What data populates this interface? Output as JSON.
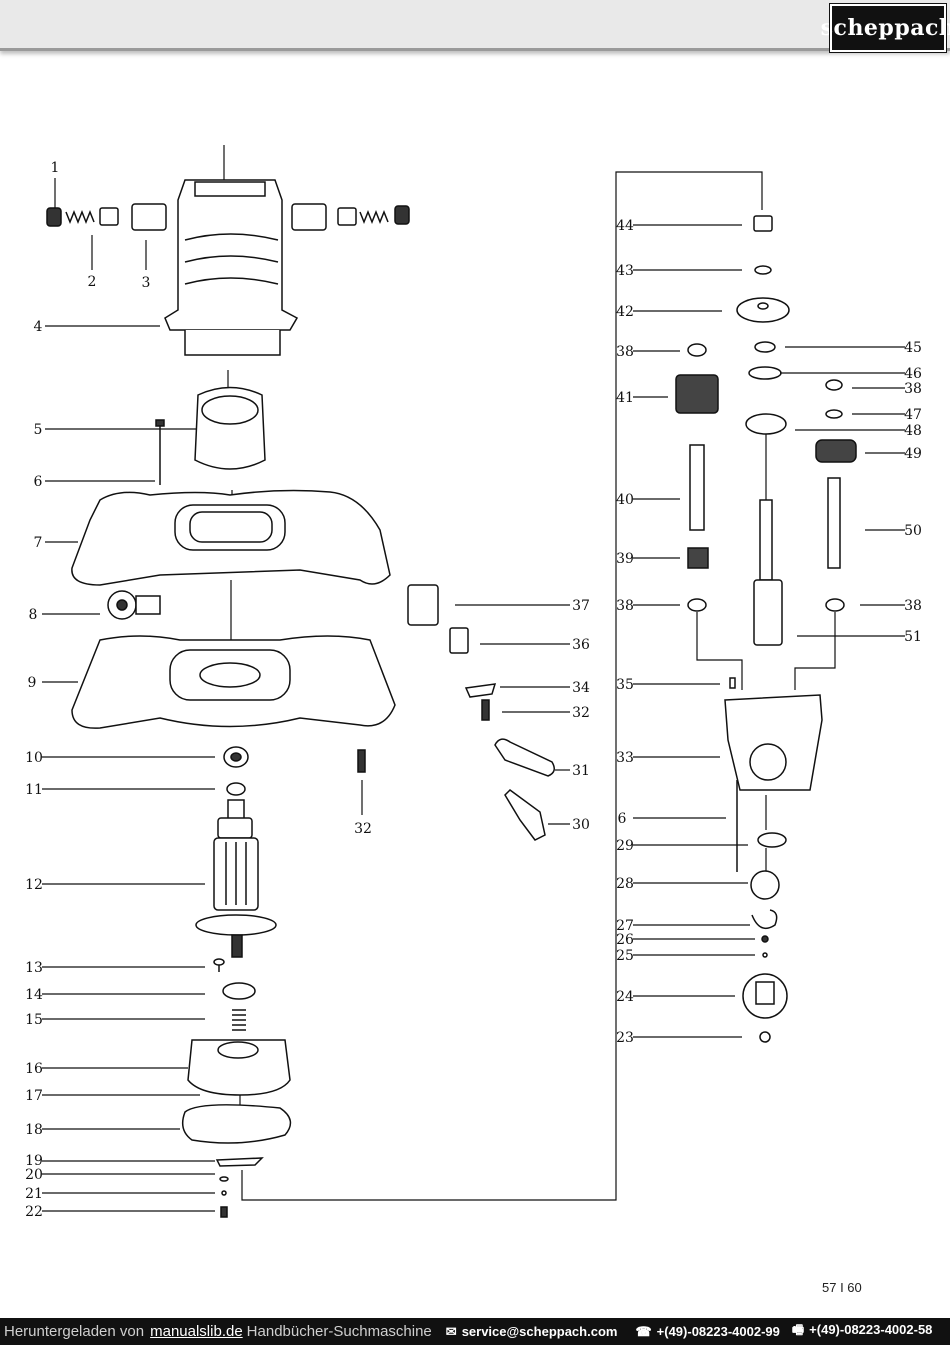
{
  "brand": {
    "logo_text": "scheppach"
  },
  "diagram": {
    "labels": [
      "1",
      "2",
      "3",
      "4",
      "5",
      "6",
      "7",
      "8",
      "9",
      "10",
      "11",
      "12",
      "13",
      "14",
      "15",
      "16",
      "17",
      "18",
      "19",
      "20",
      "21",
      "22",
      "23",
      "24",
      "25",
      "26",
      "27",
      "28",
      "29",
      "6",
      "30",
      "31",
      "32",
      "32",
      "33",
      "34",
      "35",
      "36",
      "37",
      "38",
      "38",
      "38",
      "38",
      "39",
      "40",
      "41",
      "42",
      "43",
      "44",
      "45",
      "46",
      "47",
      "48",
      "49",
      "50",
      "51"
    ]
  },
  "page": {
    "number": "57 I 60"
  },
  "footer": {
    "downloaded_prefix": "Heruntergeladen von",
    "site_link": "manualslib.de",
    "site_suffix": "Handbücher-Suchmaschine",
    "email_icon": "email-icon",
    "email": "service@scheppach.com",
    "phone_icon": "phone-icon",
    "phone": "+(49)-08223-4002-99",
    "fax_icon": "fax-icon",
    "fax": "+(49)-08223-4002-58"
  }
}
